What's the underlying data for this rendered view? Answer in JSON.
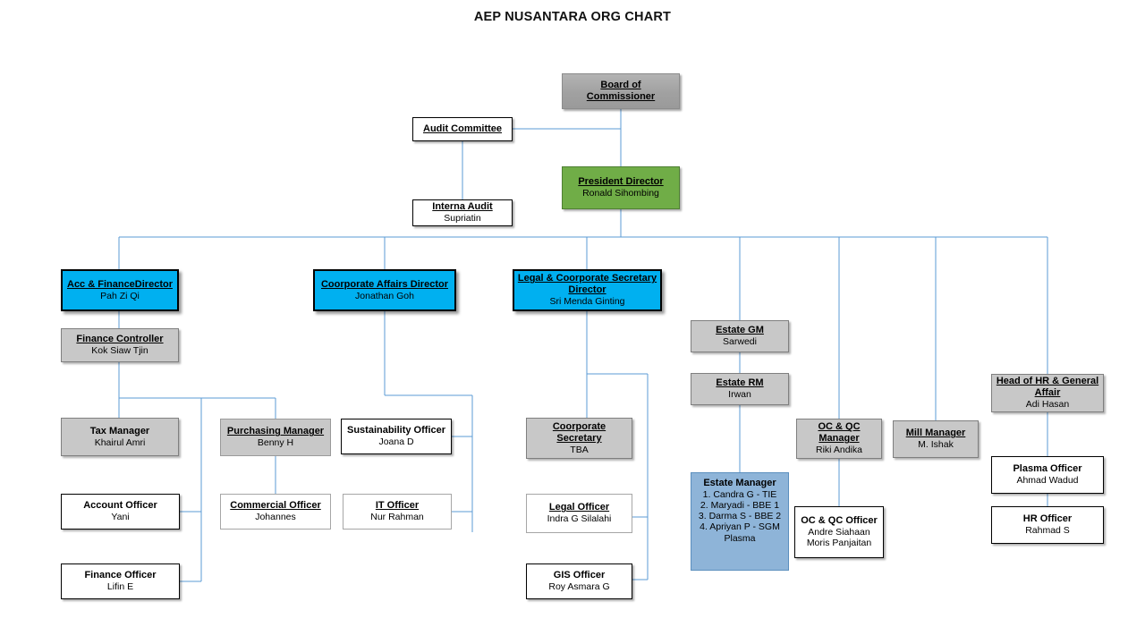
{
  "page": {
    "title": "AEP NUSANTARA ORG CHART",
    "background": "#ffffff",
    "connector_color": "#5b9bd5"
  },
  "palette": {
    "cyan": "#00b0f0",
    "green": "#70ad47",
    "grey": "#c8c8c8",
    "grey_dark": "#a1a1a1",
    "steel_blue": "#8eb4d8",
    "white": "#ffffff",
    "line": "#5b9bd5"
  },
  "chart_data": {
    "type": "diagram",
    "diagram_type": "organization-chart",
    "title": "AEP NUSANTARA ORG CHART",
    "nodes": [
      {
        "id": "board",
        "title": "Board of Commissioner",
        "person": "",
        "style": "grey-dark",
        "underline": true,
        "level": 0
      },
      {
        "id": "audit_committee",
        "title": "Audit Committee",
        "person": "",
        "style": "white-black",
        "underline": true,
        "level": 1
      },
      {
        "id": "internal_audit",
        "title": "Interna Audit",
        "person": "Supriatin",
        "style": "white-black",
        "underline": true,
        "level": 2
      },
      {
        "id": "president",
        "title": "President Director",
        "person": "Ronald Sihombing",
        "style": "green",
        "underline": true,
        "level": 1
      },
      {
        "id": "acc_fin_dir",
        "title": "Acc & FinanceDirector",
        "person": "Pah Zi Qi",
        "style": "cyan",
        "underline": true,
        "level": 2
      },
      {
        "id": "corp_affairs_dir",
        "title": "Coorporate Affairs Director",
        "person": "Jonathan Goh",
        "style": "cyan",
        "underline": true,
        "level": 2
      },
      {
        "id": "legal_dir",
        "title": "Legal & Coorporate Secretary Director",
        "person": "Sri Menda Ginting",
        "style": "cyan",
        "underline": true,
        "level": 2
      },
      {
        "id": "estate_gm",
        "title": "Estate GM",
        "person": "Sarwedi",
        "style": "grey",
        "underline": true,
        "level": 2
      },
      {
        "id": "estate_rm",
        "title": "Estate RM",
        "person": "Irwan",
        "style": "grey",
        "underline": true,
        "level": 3
      },
      {
        "id": "estate_manager",
        "title": "Estate Manager",
        "person": "",
        "style": "steel",
        "underline": false,
        "level": 4,
        "roster": [
          "1. Candra G - TIE",
          "2. Maryadi - BBE 1",
          "3. Darma S - BBE 2",
          "4. Apriyan P - SGM",
          "Plasma"
        ]
      },
      {
        "id": "ocqc_manager",
        "title": "OC  & QC Manager",
        "person": "Riki Andika",
        "style": "grey",
        "underline": true,
        "level": 3
      },
      {
        "id": "ocqc_officer",
        "title": "OC & QC Officer",
        "person": "Andre Siahaan",
        "person2": "Moris Panjaitan",
        "style": "white-black",
        "underline": false,
        "level": 4
      },
      {
        "id": "mill_manager",
        "title": "Mill Manager",
        "person": "M. Ishak",
        "style": "grey",
        "underline": true,
        "level": 3
      },
      {
        "id": "head_hr",
        "title": "Head of  HR & General Affair",
        "person": "Adi Hasan",
        "style": "grey",
        "underline": true,
        "level": 3
      },
      {
        "id": "plasma_officer",
        "title": "Plasma Officer",
        "person": "Ahmad Wadud",
        "style": "white-black",
        "underline": false,
        "level": 4
      },
      {
        "id": "hr_officer",
        "title": "HR Officer",
        "person": "Rahmad S",
        "style": "white-black",
        "underline": false,
        "level": 4
      },
      {
        "id": "fin_controller",
        "title": "Finance Controller",
        "person": "Kok Siaw Tjin",
        "style": "grey",
        "underline": true,
        "level": 3
      },
      {
        "id": "tax_manager",
        "title": "Tax Manager",
        "person": "Khairul Amri",
        "style": "grey",
        "underline": false,
        "level": 4
      },
      {
        "id": "account_officer",
        "title": "Account Officer",
        "person": "Yani",
        "style": "white-black",
        "underline": false,
        "level": 5
      },
      {
        "id": "finance_officer",
        "title": "Finance Officer",
        "person": "Lifin E",
        "style": "white-black",
        "underline": false,
        "level": 5
      },
      {
        "id": "purchasing_mgr",
        "title": "Purchasing Manager",
        "person": "Benny H",
        "style": "grey-flat",
        "underline": true,
        "level": 4
      },
      {
        "id": "commercial_off",
        "title": "Commercial Officer",
        "person": "Johannes",
        "style": "white-grey",
        "underline": true,
        "level": 5
      },
      {
        "id": "sustainability",
        "title": "Sustainability Officer",
        "person": "Joana D",
        "style": "white-black",
        "underline": false,
        "level": 4
      },
      {
        "id": "it_officer",
        "title": "IT Officer",
        "person": "Nur Rahman",
        "style": "white-grey",
        "underline": true,
        "level": 5
      },
      {
        "id": "corp_secretary",
        "title": "Coorporate Secretary",
        "person": "TBA",
        "style": "grey",
        "underline": true,
        "level": 3
      },
      {
        "id": "legal_officer",
        "title": "Legal Officer",
        "person": "Indra G Silalahi",
        "style": "white-grey",
        "underline": true,
        "level": 4
      },
      {
        "id": "gis_officer",
        "title": "GIS Officer",
        "person": "Roy Asmara G",
        "style": "white-black",
        "underline": false,
        "level": 4
      }
    ],
    "edges": [
      {
        "from": "board",
        "to": "president"
      },
      {
        "from": "board",
        "to": "audit_committee"
      },
      {
        "from": "audit_committee",
        "to": "internal_audit"
      },
      {
        "from": "president",
        "to": "acc_fin_dir"
      },
      {
        "from": "president",
        "to": "corp_affairs_dir"
      },
      {
        "from": "president",
        "to": "legal_dir"
      },
      {
        "from": "president",
        "to": "estate_gm"
      },
      {
        "from": "president",
        "to": "ocqc_manager"
      },
      {
        "from": "president",
        "to": "mill_manager"
      },
      {
        "from": "president",
        "to": "head_hr"
      },
      {
        "from": "acc_fin_dir",
        "to": "fin_controller"
      },
      {
        "from": "fin_controller",
        "to": "tax_manager"
      },
      {
        "from": "fin_controller",
        "to": "purchasing_mgr"
      },
      {
        "from": "fin_controller",
        "to": "account_officer"
      },
      {
        "from": "fin_controller",
        "to": "finance_officer"
      },
      {
        "from": "purchasing_mgr",
        "to": "commercial_off"
      },
      {
        "from": "corp_affairs_dir",
        "to": "sustainability"
      },
      {
        "from": "corp_affairs_dir",
        "to": "it_officer"
      },
      {
        "from": "legal_dir",
        "to": "corp_secretary"
      },
      {
        "from": "legal_dir",
        "to": "legal_officer"
      },
      {
        "from": "legal_dir",
        "to": "gis_officer"
      },
      {
        "from": "estate_gm",
        "to": "estate_rm"
      },
      {
        "from": "estate_rm",
        "to": "estate_manager"
      },
      {
        "from": "ocqc_manager",
        "to": "ocqc_officer"
      },
      {
        "from": "head_hr",
        "to": "plasma_officer"
      },
      {
        "from": "head_hr",
        "to": "hr_officer"
      }
    ]
  },
  "nodes": {
    "board": {
      "title": "Board of Commissioner"
    },
    "audit_committee": {
      "title": "Audit Committee"
    },
    "internal_audit": {
      "title": "Interna Audit",
      "person": "Supriatin"
    },
    "president": {
      "title": "President Director",
      "person": "Ronald Sihombing"
    },
    "acc_fin_dir": {
      "title": "Acc & FinanceDirector",
      "person": "Pah Zi Qi"
    },
    "corp_affairs_dir": {
      "title": "Coorporate Affairs Director",
      "person": "Jonathan Goh"
    },
    "legal_dir": {
      "title": "Legal & Coorporate Secretary Director",
      "person": "Sri Menda Ginting"
    },
    "estate_gm": {
      "title": "Estate GM",
      "person": "Sarwedi"
    },
    "estate_rm": {
      "title": "Estate RM",
      "person": "Irwan"
    },
    "estate_manager": {
      "title": "Estate Manager",
      "r1": "1. Candra G - TIE",
      "r2": "2. Maryadi - BBE 1",
      "r3": "3. Darma S - BBE 2",
      "r4": "4. Apriyan P - SGM",
      "r5": "Plasma"
    },
    "ocqc_manager": {
      "title": "OC  & QC Manager",
      "person": "Riki Andika"
    },
    "ocqc_officer": {
      "title": "OC & QC Officer",
      "person": "Andre Siahaan",
      "person2": "Moris Panjaitan"
    },
    "mill_manager": {
      "title": "Mill Manager",
      "person": "M. Ishak"
    },
    "head_hr": {
      "title": "Head of  HR & General Affair",
      "person": "Adi Hasan"
    },
    "plasma_officer": {
      "title": "Plasma Officer",
      "person": "Ahmad Wadud"
    },
    "hr_officer": {
      "title": "HR Officer",
      "person": "Rahmad S"
    },
    "fin_controller": {
      "title": "Finance Controller",
      "person": "Kok Siaw Tjin"
    },
    "tax_manager": {
      "title": "Tax Manager",
      "person": "Khairul Amri"
    },
    "account_officer": {
      "title": "Account Officer",
      "person": "Yani"
    },
    "finance_officer": {
      "title": "Finance Officer",
      "person": "Lifin E"
    },
    "purchasing_mgr": {
      "title": "Purchasing Manager",
      "person": "Benny H"
    },
    "commercial_off": {
      "title": "Commercial Officer",
      "person": "Johannes"
    },
    "sustainability": {
      "title": "Sustainability Officer",
      "person": "Joana D"
    },
    "it_officer": {
      "title": "IT Officer",
      "person": "Nur Rahman"
    },
    "corp_secretary": {
      "title": "Coorporate Secretary",
      "person": "TBA"
    },
    "legal_officer": {
      "title": "Legal Officer",
      "person": "Indra G Silalahi"
    },
    "gis_officer": {
      "title": "GIS Officer",
      "person": "Roy Asmara G"
    }
  }
}
